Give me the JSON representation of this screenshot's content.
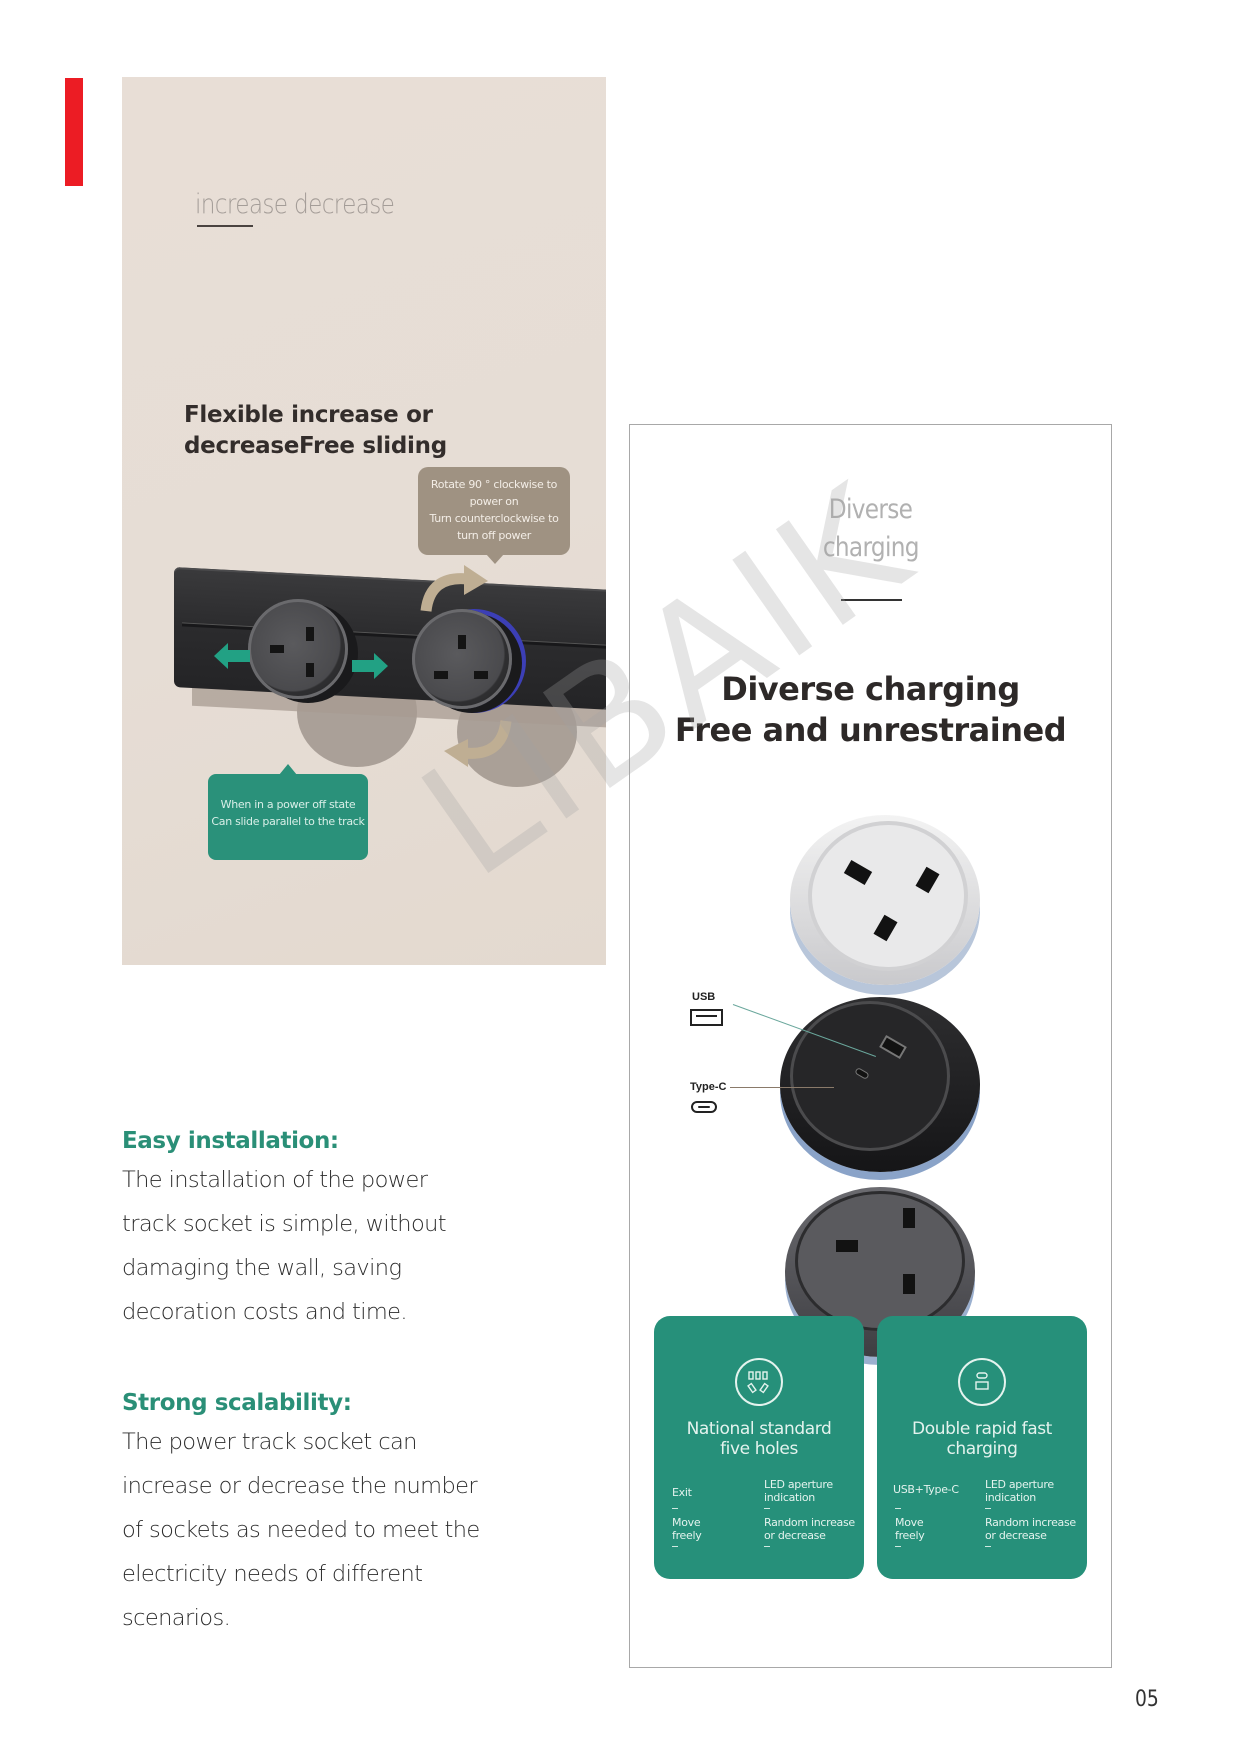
{
  "page": {
    "page_number": "05",
    "accent_color": "#ec1c24",
    "green_color": "#26907a",
    "watermark": "LIBAIK"
  },
  "left_panel": {
    "subtitle": "increase decrease",
    "heading_line1": "Flexible increase or",
    "heading_line2": "decreaseFree sliding",
    "rotate_callout": {
      "line1": "Rotate 90 ° clockwise to",
      "line2": "power on",
      "line3": "Turn counterclockwise to",
      "line4": "turn off power"
    },
    "slide_callout": {
      "line1": "When in a power off state",
      "line2": "Can slide parallel to the track"
    }
  },
  "features": [
    {
      "title": "Easy installation:",
      "lines": [
        "The installation of the power",
        "track socket is simple, without",
        "damaging the wall, saving",
        "decoration costs and time."
      ]
    },
    {
      "title": "Strong scalability:",
      "lines": [
        "The power track socket can",
        "increase or decrease the number",
        "of sockets as needed to meet the",
        "electricity needs of different",
        "scenarios."
      ]
    }
  ],
  "right_card": {
    "subtitle_line1": "Diverse",
    "subtitle_line2": "charging",
    "heading_line1": "Diverse charging",
    "heading_line2": "Free and unrestrained",
    "ports": {
      "usb_label": "USB",
      "typec_label": "Type-C"
    },
    "cards": [
      {
        "icon": "five-hole-socket-icon",
        "title_line1": "National standard",
        "title_line2": "five holes",
        "items": {
          "top_left": "Exit",
          "top_right_1": "LED aperture",
          "top_right_2": "indication",
          "bottom_left_1": "Move",
          "bottom_left_2": "freely",
          "bottom_right_1": "Random increase",
          "bottom_right_2": "or decrease"
        }
      },
      {
        "icon": "usb-typec-ports-icon",
        "title_line1": "Double rapid fast",
        "title_line2": "charging",
        "items": {
          "top_left": "USB+Type-C",
          "top_right_1": "LED aperture",
          "top_right_2": "indication",
          "bottom_left_1": "Move",
          "bottom_left_2": "freely",
          "bottom_right_1": "Random increase",
          "bottom_right_2": "or decrease"
        }
      }
    ]
  }
}
